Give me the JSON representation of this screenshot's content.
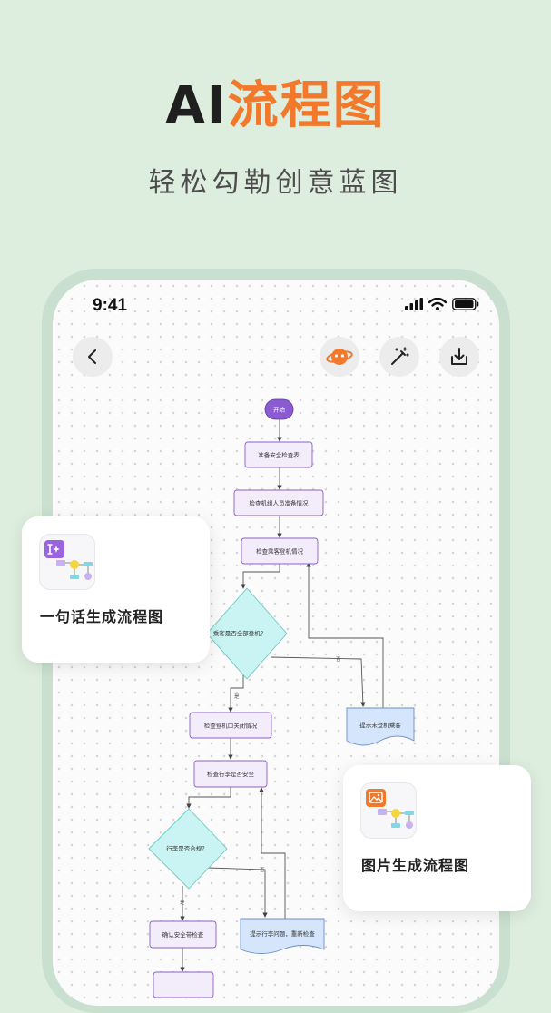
{
  "header": {
    "title_ai": "AI",
    "title_accent": "流程图",
    "subtitle": "轻松勾勒创意蓝图"
  },
  "phone": {
    "status_time": "9:41",
    "toolbar": {
      "back_icon": "chevron-left-icon",
      "ai_icon": "planet-icon",
      "magic_icon": "magic-wand-icon",
      "download_icon": "download-icon"
    }
  },
  "flowchart": {
    "start": "开始",
    "step1": "准备安全检查表",
    "step2": "检查机组人员准备情况",
    "step3": "检查乘客登机情况",
    "decision1": "乘客是否全部登机？",
    "doc1": "提示未登机乘客",
    "step4": "检查登机口关闭情况",
    "step5": "检查行李是否安全",
    "decision2": "行李是否合规？",
    "doc2": "提示行李问题，重新检查",
    "step6": "确认安全带检查",
    "label_no": "否",
    "label_yes": "是"
  },
  "cards": {
    "text_card": {
      "label": "一句话生成流程图",
      "icon": "text-sparkle-icon"
    },
    "image_card": {
      "label": "图片生成流程图",
      "icon": "image-icon"
    }
  },
  "colors": {
    "background": "#deeede",
    "accent_orange": "#f2792b",
    "node_fill": "#f3edfb",
    "node_stroke": "#8c5fc7",
    "decision_fill": "#c9f4f3",
    "doc_fill": "#d5e5fb",
    "start_fill": "#8b5bd3"
  }
}
